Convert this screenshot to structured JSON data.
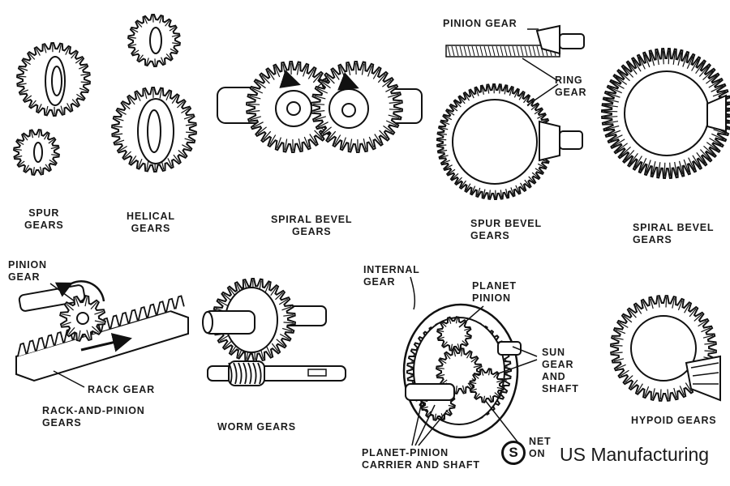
{
  "captions": {
    "spur_1": "SPUR",
    "spur_2": "GEARS",
    "helical_1": "HELICAL",
    "helical_2": "GEARS",
    "spiral_bevel_1": "SPIRAL BEVEL",
    "spiral_bevel_2": "GEARS",
    "spur_bevel_1": "SPUR BEVEL",
    "spur_bevel_2": "GEARS",
    "spiral_bevel_b_1": "SPIRAL BEVEL",
    "spiral_bevel_b_2": "GEARS",
    "rack_pinion_1": "RACK-AND-PINION",
    "rack_pinion_2": "GEARS",
    "worm": "WORM GEARS",
    "hypoid": "HYPOID GEARS"
  },
  "labels": {
    "pinion_gear_top": "PINION GEAR",
    "ring_1": "RING",
    "ring_2": "GEAR",
    "pinion_1": "PINION",
    "pinion_2": "GEAR",
    "rack_gear": "RACK GEAR",
    "internal_1": "INTERNAL",
    "internal_2": "GEAR",
    "planet_1": "PLANET",
    "planet_2": "PINION",
    "sun_1": "SUN",
    "sun_2": "GEAR",
    "sun_3": "AND",
    "sun_4": "SHAFT",
    "carrier_1": "PLANET-PINION",
    "carrier_2": "CARRIER AND SHAFT",
    "planet_partial_1": "NET",
    "planet_partial_2": "ON"
  },
  "watermark": {
    "logo_letter": "S",
    "brand": "US Manufacturing"
  }
}
